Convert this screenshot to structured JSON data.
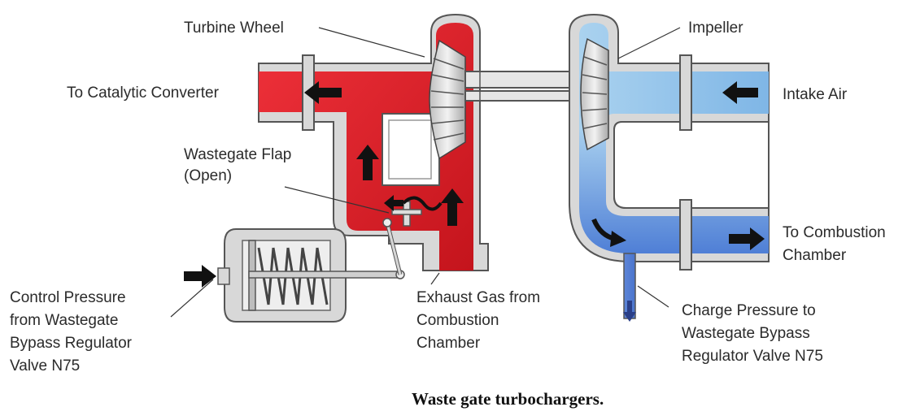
{
  "labels": {
    "turbine_wheel": "Turbine Wheel",
    "impeller": "Impeller",
    "to_catalytic": "To Catalytic Converter",
    "intake_air": "Intake Air",
    "wastegate_flap": [
      "Wastegate Flap",
      "(Open)"
    ],
    "to_combustion": [
      "To Combustion",
      "Chamber"
    ],
    "control_pressure": [
      "Control Pressure",
      "from Wastegate",
      "Bypass Regulator",
      "Valve N75"
    ],
    "exhaust_gas": [
      "Exhaust Gas from",
      "Combustion",
      "Chamber"
    ],
    "charge_pressure": [
      "Charge Pressure to",
      "Wastegate Bypass",
      "Regulator Valve N75"
    ]
  },
  "caption": "Waste gate turbochargers.",
  "colors": {
    "exhaust_red": "#e8232e",
    "intake_blue": "#8fc4ea",
    "charge_blue": "#5a8fdc",
    "housing_grey": "#d6d6d6",
    "outline": "#555555"
  }
}
